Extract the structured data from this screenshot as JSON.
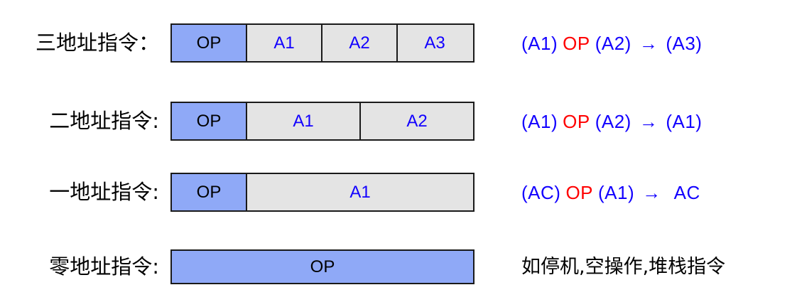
{
  "palette": {
    "opcode_fill": "#8fa9f7",
    "address_fill": "#e4e4e4",
    "border": "#1a1a1a",
    "blue_text": "#1200ff",
    "red_text": "#ff0000",
    "black_text": "#000000",
    "background": "#ffffff"
  },
  "rows": [
    {
      "label": "三地址指令：",
      "fields": [
        {
          "name": "OP",
          "kind": "opcode"
        },
        {
          "name": "A1",
          "kind": "address"
        },
        {
          "name": "A2",
          "kind": "address"
        },
        {
          "name": "A3",
          "kind": "address"
        }
      ],
      "expression": {
        "left_operand": "(A1)",
        "operator": "OP",
        "right_operand": "(A2)",
        "arrow": "→",
        "destination": "(A3)"
      }
    },
    {
      "label": "二地址指令:",
      "fields": [
        {
          "name": "OP",
          "kind": "opcode"
        },
        {
          "name": "A1",
          "kind": "address"
        },
        {
          "name": "A2",
          "kind": "address"
        }
      ],
      "expression": {
        "left_operand": "(A1)",
        "operator": "OP",
        "right_operand": "(A2)",
        "arrow": "→",
        "destination": "(A1)"
      }
    },
    {
      "label": "一地址指令:",
      "fields": [
        {
          "name": "OP",
          "kind": "opcode"
        },
        {
          "name": "A1",
          "kind": "address"
        }
      ],
      "expression": {
        "left_operand": "(AC)",
        "operator": "OP",
        "right_operand": "(A1)",
        "arrow": "→",
        "destination": "AC"
      }
    },
    {
      "label": "零地址指令:",
      "fields": [
        {
          "name": "OP",
          "kind": "opcode"
        }
      ],
      "note": "如停机,空操作,堆栈指令"
    }
  ]
}
